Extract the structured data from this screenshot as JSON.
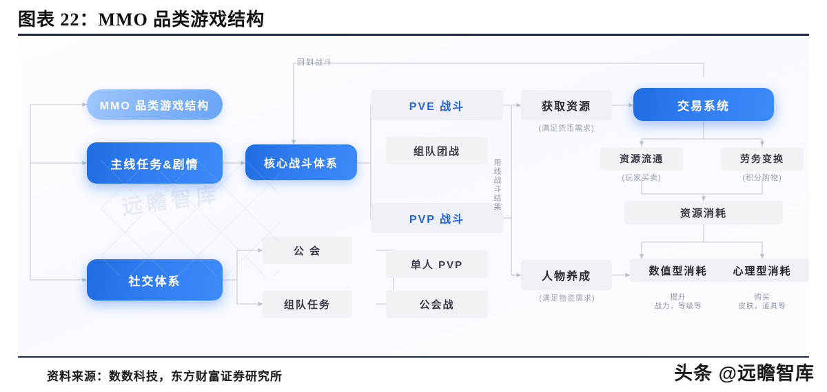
{
  "header": {
    "title": "图表 22：MMO 品类游戏结构"
  },
  "footer": {
    "source": "资料来源：数数科技，东方财富证券研究所",
    "watermark": "头条 @远瞻智库"
  },
  "diagram": {
    "ghost_text": "远瞻智库",
    "nodes": {
      "root": {
        "label": "MMO 品类游戏结构"
      },
      "main_quest": {
        "label": "主线任务&剧情"
      },
      "social": {
        "label": "社交体系"
      },
      "core_combat": {
        "label": "核心战斗体系"
      },
      "pve": {
        "label": "PVE 战斗"
      },
      "team_raid": {
        "label": "组队团战"
      },
      "pvp": {
        "label": "PVP 战斗"
      },
      "guild": {
        "label": "公 会"
      },
      "team_mission": {
        "label": "组队任务"
      },
      "solo_pvp": {
        "label": "单人 PVP"
      },
      "guild_war": {
        "label": "公会战"
      },
      "get_resource": {
        "label": "获取资源",
        "sub": "(满足货币需求)"
      },
      "trade_system": {
        "label": "交易系统"
      },
      "resource_flow": {
        "label": "资源流通",
        "sub": "(玩家买卖)"
      },
      "labor_exchange": {
        "label": "劳务变换",
        "sub": "(积分购物)"
      },
      "resource_consume": {
        "label": "资源消耗"
      },
      "character_growth": {
        "label": "人物养成",
        "sub": "(满足物资需求)"
      },
      "numeric_consume": {
        "label": "数值型消耗",
        "sub": "提升\n战力，等级等"
      },
      "psych_consume": {
        "label": "心理型消耗",
        "sub": "购买\n皮肤，道具等"
      }
    },
    "edge_labels": {
      "back_to_combat": "回到战斗",
      "use_combat_result": "用线战斗结果"
    },
    "colors": {
      "accent_blue": "#2f7cf0",
      "pill_blue": "#7fb2f8",
      "panel_grey": "#eef0f5",
      "label_grey": "#9399a6",
      "text_dark": "#1b2a44"
    }
  }
}
